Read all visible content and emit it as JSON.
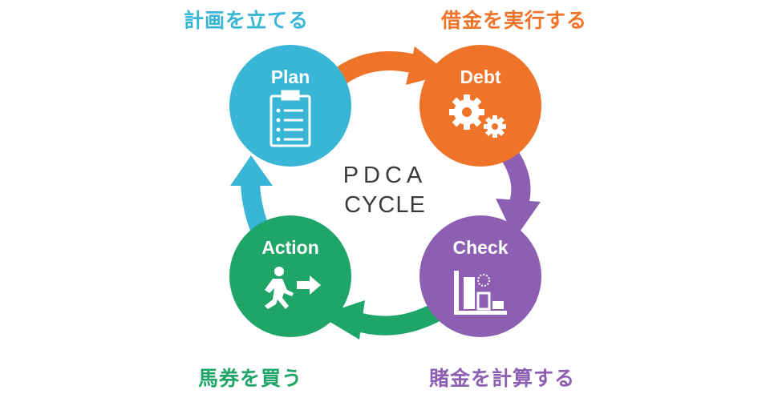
{
  "colors": {
    "plan": "#39b5d6",
    "do": "#ef7328",
    "check": "#8d5fb3",
    "act": "#1fa567",
    "center_text": "#3a3a3a"
  },
  "center": {
    "line1": "PDCA",
    "line2": "CYCLE"
  },
  "stages": {
    "plan": {
      "label": "Plan",
      "caption": "計画を立てる",
      "icon": "clipboard-icon"
    },
    "do": {
      "label": "Debt",
      "caption": "借金を実行する",
      "icon": "gears-icon"
    },
    "check": {
      "label": "Check",
      "caption": "賭金を計算する",
      "icon": "chart-icon"
    },
    "act": {
      "label": "Action",
      "caption": "馬券を買う",
      "icon": "runner-exit-icon"
    }
  }
}
